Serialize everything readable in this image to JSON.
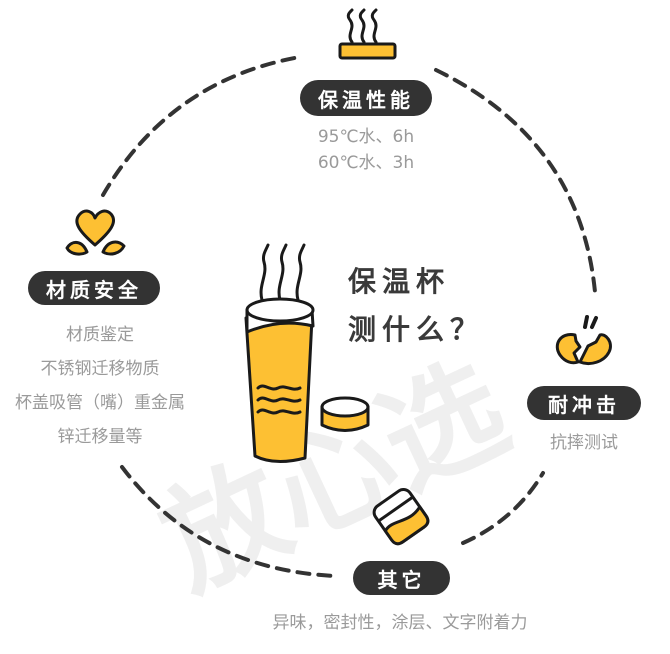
{
  "center": {
    "title_line1": "保温杯",
    "title_line2": "测什么？"
  },
  "watermark": "放心选",
  "sections": {
    "insulation": {
      "label": "保温性能",
      "icon": "steaming-heat-bar-icon",
      "details": [
        "95℃水、6h",
        "60℃水、3h"
      ]
    },
    "material": {
      "label": "材质安全",
      "icon": "heart-icon",
      "details": [
        "材质鉴定",
        "不锈钢迁移物质",
        "杯盖吸管（嘴）重金属",
        "锌迁移量等"
      ]
    },
    "impact": {
      "label": "耐冲击",
      "icon": "broken-ball-icon",
      "details": [
        "抗摔测试"
      ]
    },
    "other": {
      "label": "其它",
      "icon": "tilted-cup-icon",
      "details": [
        "异味，密封性，涂层、文字附着力"
      ]
    }
  },
  "colors": {
    "accent_yellow": "#FDC033",
    "pill_dark": "#333333",
    "desc_gray": "#9A9A9A",
    "outline": "#1A1A1A"
  }
}
